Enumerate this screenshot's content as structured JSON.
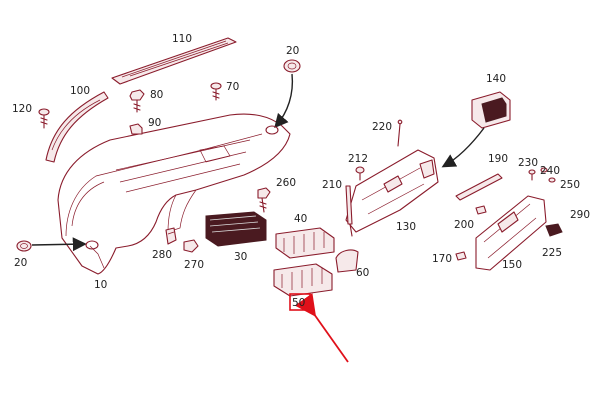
{
  "labels": {
    "p10": "10",
    "p20a": "20",
    "p20b": "20",
    "p30": "30",
    "p40": "40",
    "p50": "50",
    "p60": "60",
    "p70": "70",
    "p80": "80",
    "p90": "90",
    "p100": "100",
    "p110": "110",
    "p120": "120",
    "p130": "130",
    "p140": "140",
    "p150": "150",
    "p170": "170",
    "p190": "190",
    "p200": "200",
    "p210": "210",
    "p212": "212",
    "p220": "220",
    "p225": "225",
    "p230": "230",
    "p240": "240",
    "p250": "250",
    "p260": "260",
    "p270": "270",
    "p280": "280",
    "p290": "290"
  },
  "colors": {
    "part_outline": "#8a1c2c",
    "highlight": "#e0101a",
    "label_text": "#222222"
  },
  "highlight": {
    "part": "50"
  }
}
